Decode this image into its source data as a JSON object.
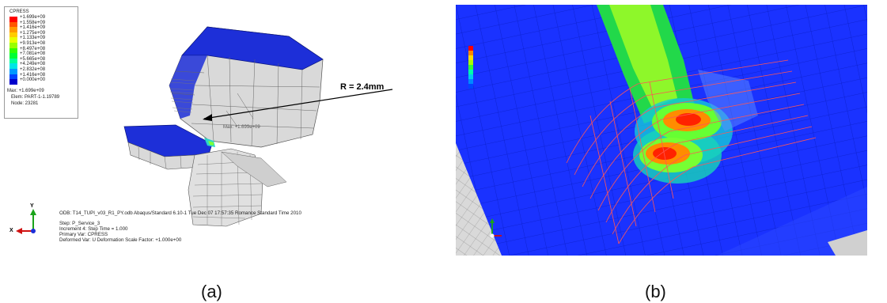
{
  "panel_a": {
    "legend": {
      "title": "CPRESS",
      "entries": [
        "+1.699e+09",
        "+1.558e+09",
        "+1.416e+09",
        "+1.275e+09",
        "+1.133e+09",
        "+9.913e+08",
        "+8.497e+08",
        "+7.081e+08",
        "+5.665e+08",
        "+4.249e+08",
        "+2.832e+08",
        "+1.416e+08",
        "+0.000e+00"
      ],
      "colors": [
        "#ff0000",
        "#ff5500",
        "#ff9900",
        "#ffcc00",
        "#e8ff00",
        "#99ff00",
        "#33ff00",
        "#00ff33",
        "#00ff99",
        "#00e6e6",
        "#0099ff",
        "#0044ff",
        "#0000cc"
      ],
      "max_line": "Max: +1.699e+09",
      "elem_line": "Elem: PART-1-1.19789",
      "node_line": "Node: 23281"
    },
    "annotation": "R = 2.4mm",
    "max_marker": "Max: +1.699e+09",
    "triad": {
      "y_label": "Y",
      "x_label": "X"
    },
    "info": {
      "line1": "ODB: T14_TUPI_v03_R1_PY.odb    Abaqus/Standard 6.10-1    Tue Dec 07 17:57:35 Romance Standard Time 2010",
      "line2": "Step: P_Service_3",
      "line3": "Increment     4: Step Time =    1.000",
      "line4": "Primary Var: CPRESS",
      "line5": "Deformed Var: U    Deformation Scale Factor: +1.000e+00"
    },
    "caption": "(a)"
  },
  "panel_b": {
    "caption": "(b)"
  }
}
